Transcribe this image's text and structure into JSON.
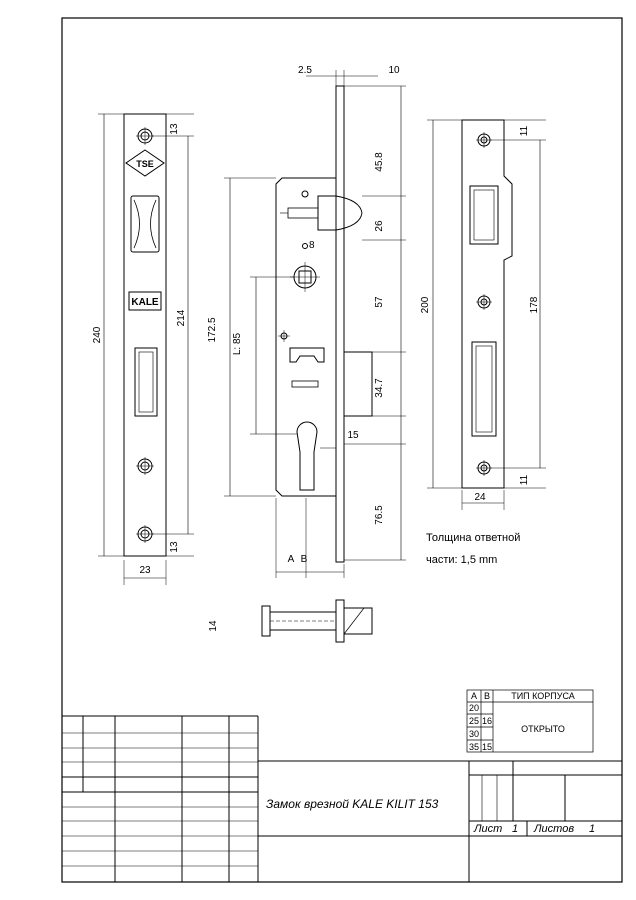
{
  "front_view": {
    "dim_top_hole": "13",
    "dim_bottom_hole": "13",
    "dim_length": "240",
    "dim_between_holes": "214",
    "dim_width": "23",
    "logo_tse": "TSE",
    "logo_kale": "KALE"
  },
  "side_view": {
    "dim_offset": "2.5",
    "dim_thickness": "10",
    "dim_top": "45.8",
    "dim_latch": "26",
    "dim_square": "8",
    "dim_body": "172.5",
    "dim_backset": "L: 85",
    "dim_mid": "57",
    "dim_bolt": "34.7",
    "dim_bolt_throw": "15",
    "dim_bottom": "76.5",
    "label_a": "A",
    "label_b": "B",
    "dim_faceplate_thick": "14"
  },
  "strike_plate": {
    "dim_top_hole": "11",
    "dim_bottom_hole": "11",
    "dim_length": "200",
    "dim_between_holes": "178",
    "dim_width": "24",
    "note_line1": "Толщина ответной",
    "note_line2": "части: 1,5 mm"
  },
  "case_table": {
    "col_a": "A",
    "col_b": "B",
    "col_type": "ТИП КОРПУСА",
    "rows": [
      {
        "a": "20",
        "b": ""
      },
      {
        "a": "25",
        "b": "16"
      },
      {
        "a": "30",
        "b": ""
      },
      {
        "a": "35",
        "b": "15"
      }
    ],
    "type_value": "ОТКРЫТО"
  },
  "title_block": {
    "title": "Замок врезной KALE KILIT 153",
    "sheet_label": "Лист",
    "sheet_value": "1",
    "sheets_label": "Листов",
    "sheets_value": "1"
  }
}
